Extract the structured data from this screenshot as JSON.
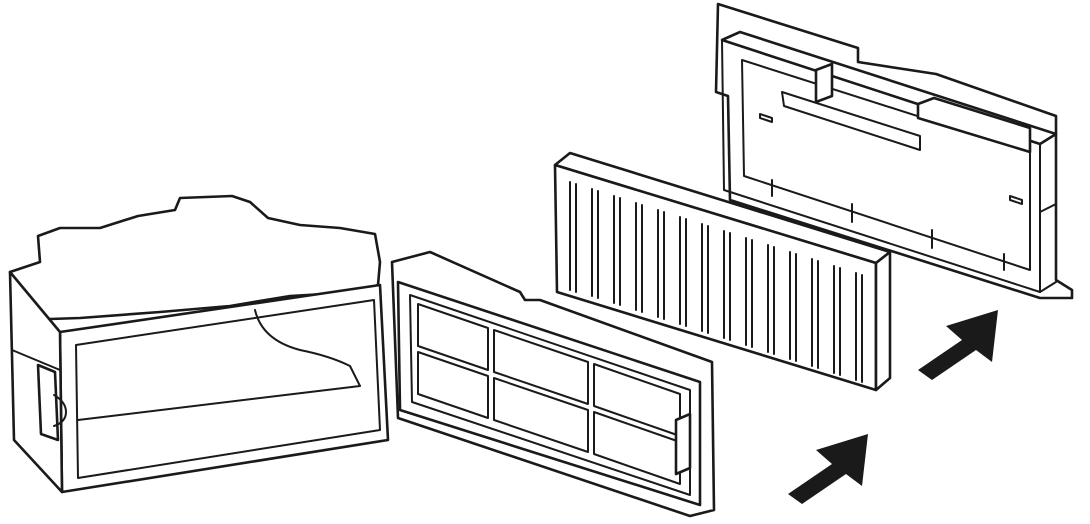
{
  "illustration": {
    "parts": [
      {
        "name": "dust-bin"
      },
      {
        "name": "pleated-filter"
      },
      {
        "name": "sponge-filter"
      },
      {
        "name": "filter-frame"
      }
    ],
    "arrows": 2,
    "colors": {
      "line": "#1a1a1a",
      "fill": "#ffffff",
      "arrow": "#1a1a1a"
    }
  }
}
